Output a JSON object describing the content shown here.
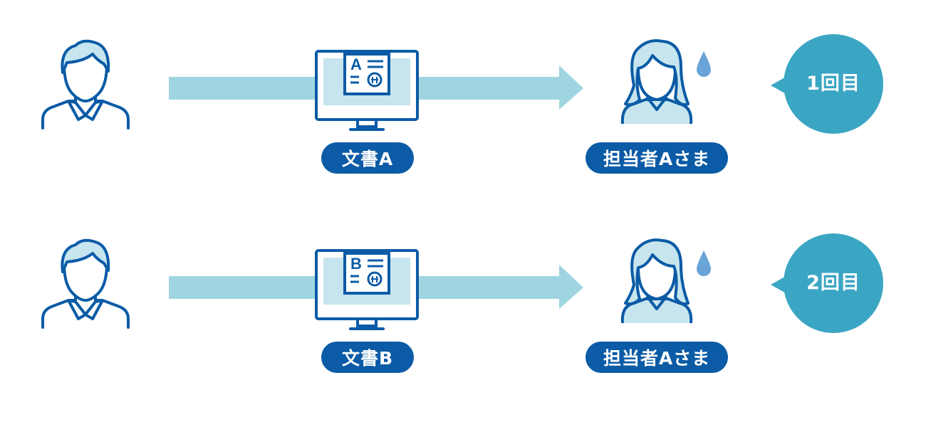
{
  "colors": {
    "primary": "#0b5ba6",
    "arrow": "#9fd5e0",
    "fill_light": "#c6e5ee",
    "count_circle": "#3ba6c3",
    "drop": "#6aa3d8"
  },
  "rows": [
    {
      "sender_icon": "man-user-icon",
      "document_icon": "monitor-document-icon",
      "document_letter": "A",
      "document_label": "文書A",
      "recipient_icon": "woman-user-icon",
      "recipient_label": "担当者Aさま",
      "sweat_icon": "sweat-drop-icon",
      "count_label": "1回目"
    },
    {
      "sender_icon": "man-user-icon",
      "document_icon": "monitor-document-icon",
      "document_letter": "B",
      "document_label": "文書B",
      "recipient_icon": "woman-user-icon",
      "recipient_label": "担当者Aさま",
      "sweat_icon": "sweat-drop-icon",
      "count_label": "2回目"
    }
  ]
}
